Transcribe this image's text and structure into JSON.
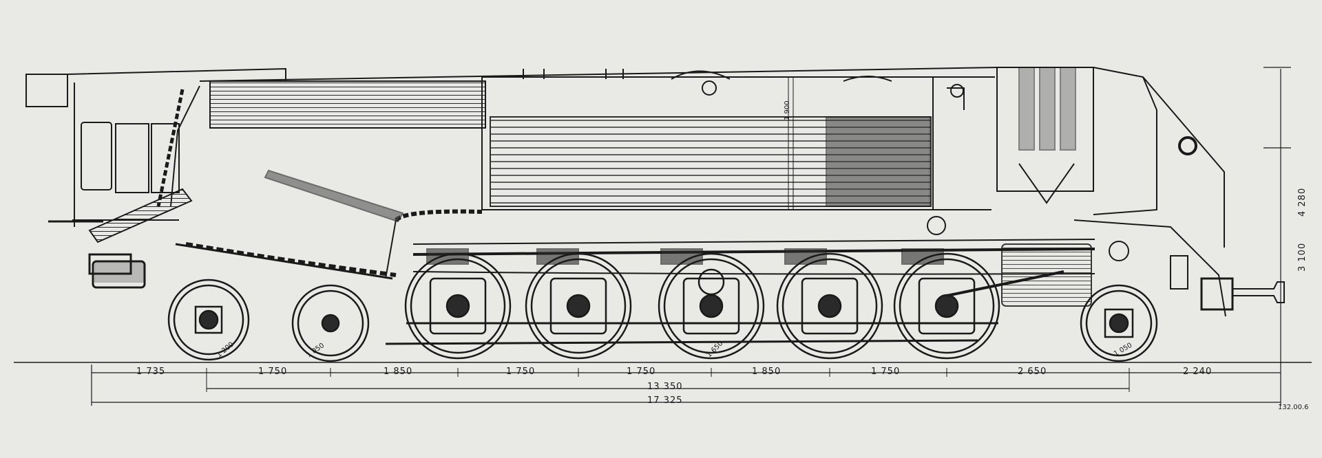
{
  "drawing": {
    "ref_number": "132.00.6",
    "colors": {
      "paper": "#e9e9e6",
      "ink": "#1a1a1a",
      "hatch": "#3a3a3a"
    }
  },
  "dimensions": {
    "spacings": [
      "1 735",
      "1 750",
      "1 850",
      "1 750",
      "1 750",
      "1 850",
      "1 750",
      "2 650",
      "2 240"
    ],
    "wheelbase": "13 350",
    "overall": "17 325",
    "heights": [
      "4 280",
      "3 100"
    ],
    "boiler_height": "1 900"
  },
  "wheel_labels": {
    "trailing_1": "1 200",
    "trailing_2": "1 050",
    "drivers": "1 650",
    "leading": "1 050"
  }
}
